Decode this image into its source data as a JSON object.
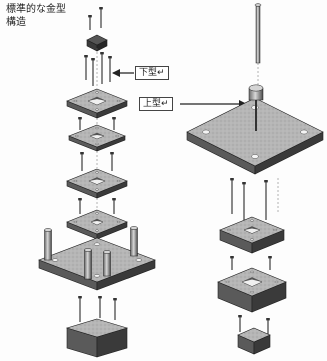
{
  "title": {
    "line1": "標準的な金型",
    "line2": "構造"
  },
  "labels": {
    "lower_die": "下型↵",
    "upper_die": "上型↵"
  },
  "colors": {
    "background": "#fdfdfd",
    "plate_top": "#b4b4b4",
    "plate_side_left": "#5a5a5a",
    "plate_side_right": "#3a3a3a",
    "outline": "#1e1e1e"
  }
}
